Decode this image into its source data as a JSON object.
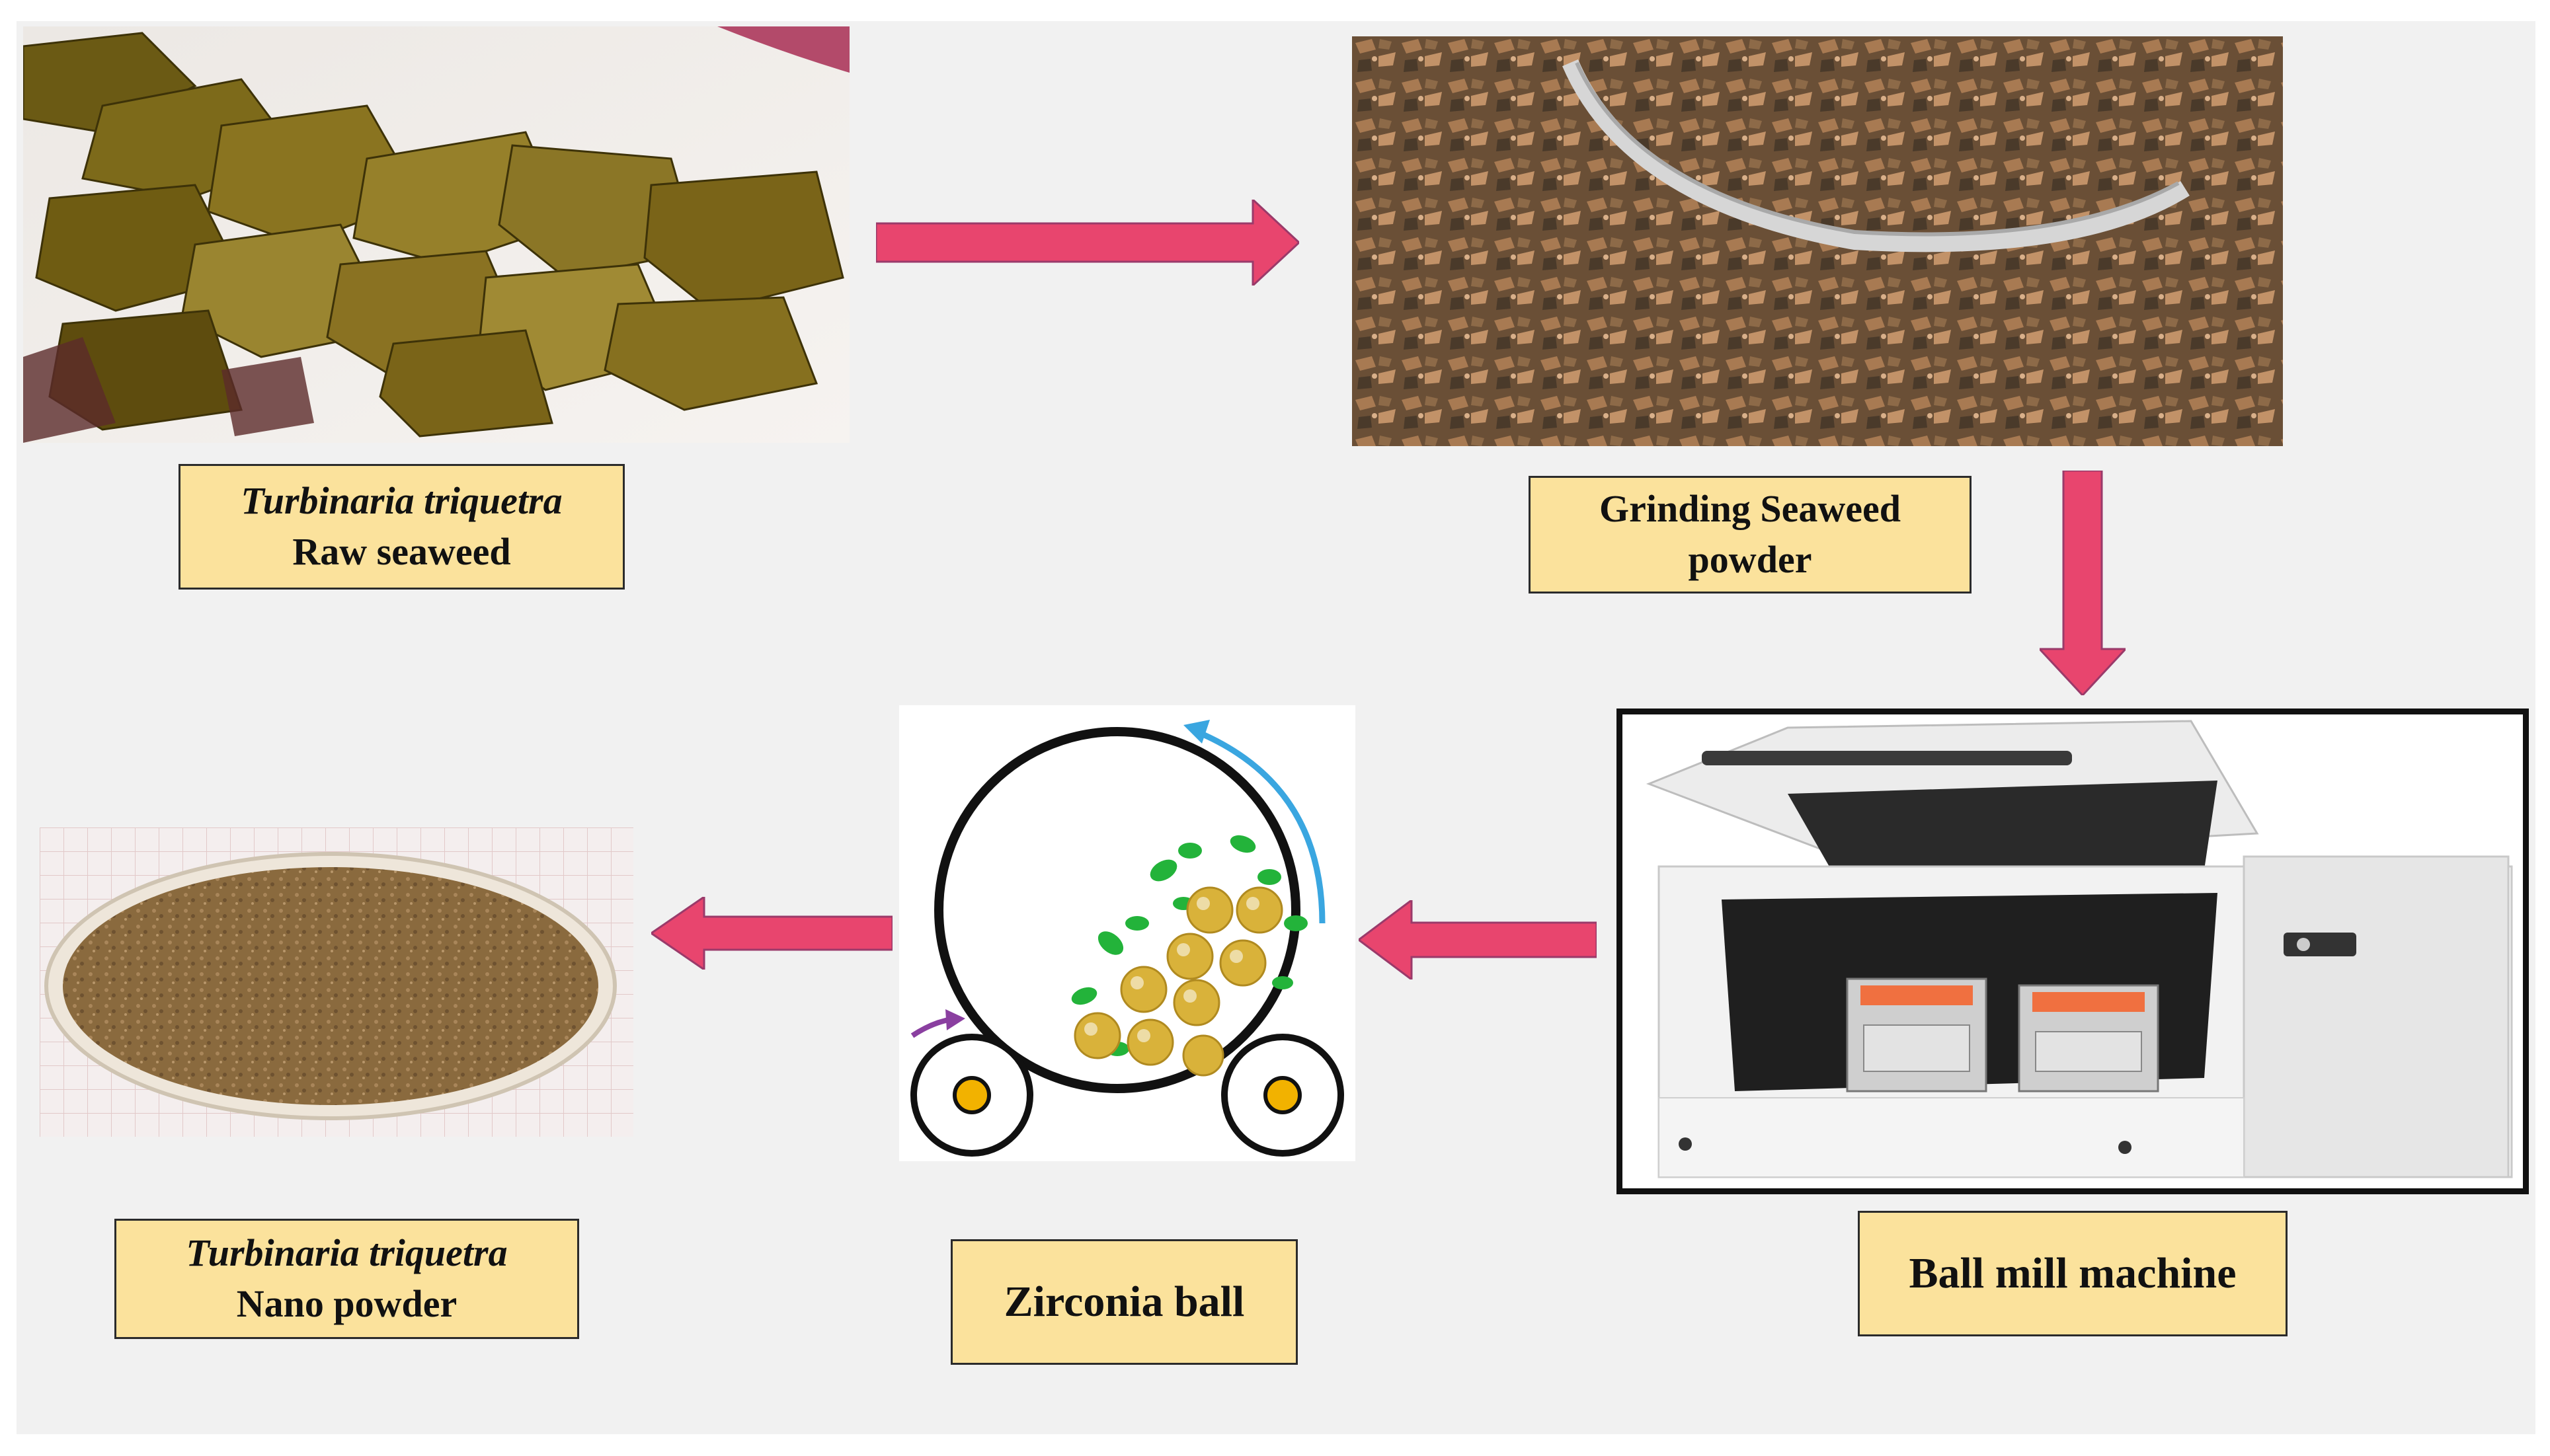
{
  "labels": {
    "raw_seaweed": {
      "line1": "Turbinaria triquetra",
      "line2": "Raw seaweed"
    },
    "grinding": {
      "line1": "Grinding Seaweed",
      "line2": "powder"
    },
    "ball_mill": {
      "line1": "Ball mill machine"
    },
    "zirconia": {
      "line1": "Zirconia ball"
    },
    "nano_powder": {
      "line1": "Turbinaria triquetra",
      "line2": "Nano powder"
    }
  },
  "colors": {
    "arrow": "#e8456e",
    "label_fill": "#fbe29c",
    "drum_arrow": "#3aa6e0",
    "roller_arrow": "#8a3fa0",
    "particles": "#23b33a",
    "balls": "#d9b23a"
  },
  "icons": {
    "raw_seaweed": "seaweed-photo",
    "grinding": "ground-seaweed-photo",
    "ball_mill": "ball-mill-machine-photo",
    "zirconia": "ball-mill-schematic",
    "nano_powder": "nano-powder-dish-photo"
  }
}
